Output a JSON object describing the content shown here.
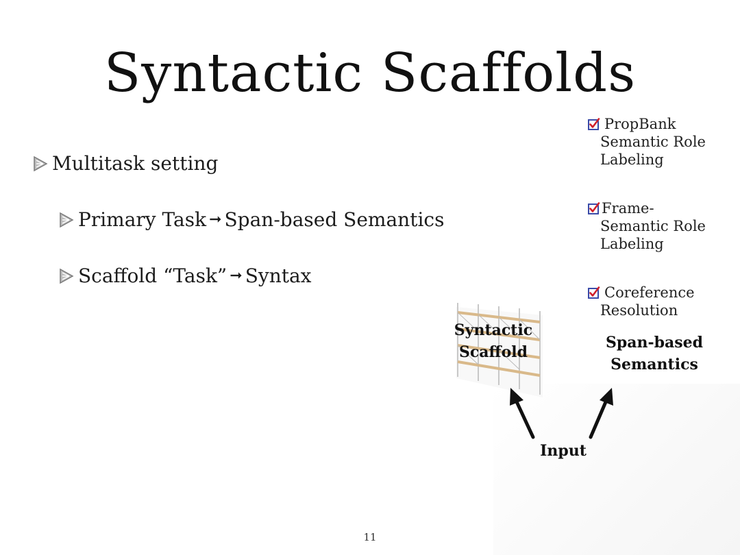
{
  "slide": {
    "title": "Syntactic Scaffolds",
    "page_number": "11"
  },
  "bullets": {
    "level1": "Multitask setting",
    "primary_task": {
      "label": "Primary Task",
      "arrow": "➞",
      "value": "Span-based Semantics"
    },
    "scaffold_task": {
      "label": "Scaffold “Task”",
      "arrow": "➞",
      "value": "Syntax"
    }
  },
  "tasks": [
    {
      "line1": "PropBank",
      "line2": "Semantic Role",
      "line3": "Labeling"
    },
    {
      "line1": "Frame-",
      "line2": "Semantic Role",
      "line3": "Labeling"
    },
    {
      "line1": "Coreference",
      "line2": "Resolution"
    }
  ],
  "diagram": {
    "scaffold_label_1": "Syntactic",
    "scaffold_label_2": "Scaffold",
    "semantics_label_1": "Span-based",
    "semantics_label_2": "Semantics",
    "input_label": "Input"
  },
  "colors": {
    "checkbox_border": "#3a4aa8",
    "checkmark": "#d0202a",
    "bullet_triangle": "#8c8c8c",
    "scaffold_wood": "#d9b98a",
    "scaffold_pole": "#c8c8c8"
  },
  "icons": {
    "bullet": "triangle-bullet-icon",
    "checkbox": "checked-checkbox-icon",
    "scaffold": "scaffold-image-icon"
  }
}
